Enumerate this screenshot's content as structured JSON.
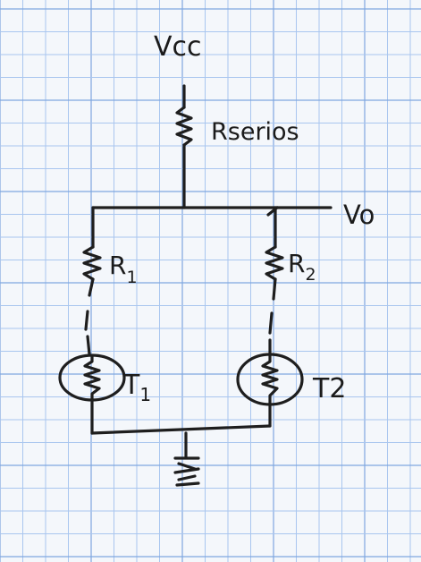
{
  "labels": {
    "vcc": "Vcc",
    "rseries": "Rserios",
    "vo": "Vo",
    "r1_main": "R",
    "r1_sub": "1",
    "r2_main": "R",
    "r2_sub": "2",
    "t1_main": "T",
    "t1_sub": "1",
    "t2_main": "T",
    "t2_sub": "2"
  },
  "colors": {
    "paper": "#f4f7fb",
    "grid": "#a9c6ef",
    "ink": "#1e1e1e"
  },
  "icons": {
    "resistor": "resistor-zigzag-icon",
    "thermistor": "thermistor-icon",
    "ground": "ground-icon"
  }
}
